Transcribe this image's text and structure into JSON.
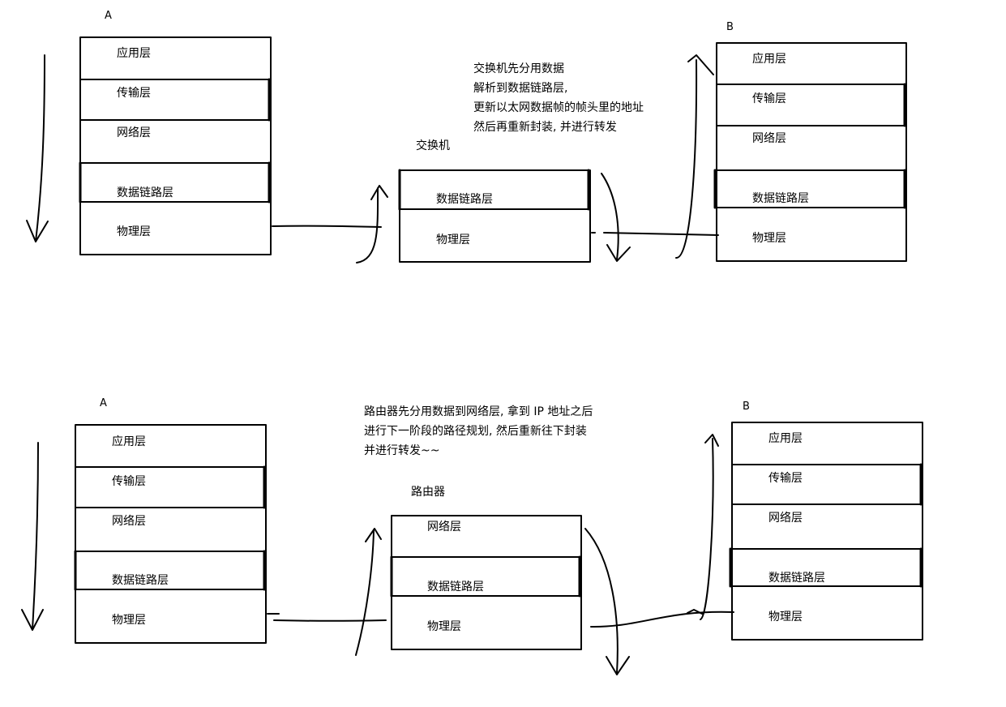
{
  "top": {
    "host_a": {
      "letter": "A",
      "layers": [
        "应用层",
        "传输层",
        "网络层",
        "数据链路层",
        "物理层"
      ]
    },
    "device": {
      "label": "交换机",
      "layers": [
        "数据链路层",
        "物理层"
      ]
    },
    "host_b": {
      "letter": "B",
      "layers": [
        "应用层",
        "传输层",
        "网络层",
        "数据链路层",
        "物理层"
      ]
    },
    "note": [
      "交换机先分用数据",
      "解析到数据链路层,",
      "更新以太网数据帧的帧头里的地址",
      "然后再重新封装, 并进行转发"
    ]
  },
  "bottom": {
    "host_a": {
      "letter": "A",
      "layers": [
        "应用层",
        "传输层",
        "网络层",
        "数据链路层",
        "物理层"
      ]
    },
    "device": {
      "label": "路由器",
      "layers": [
        "网络层",
        "数据链路层",
        "物理层"
      ]
    },
    "host_b": {
      "letter": "B",
      "layers": [
        "应用层",
        "传输层",
        "网络层",
        "数据链路层",
        "物理层"
      ]
    },
    "note": [
      "路由器先分用数据到网络层, 拿到 IP 地址之后",
      "进行下一阶段的路径规划, 然后重新往下封装",
      "并进行转发~~"
    ]
  }
}
